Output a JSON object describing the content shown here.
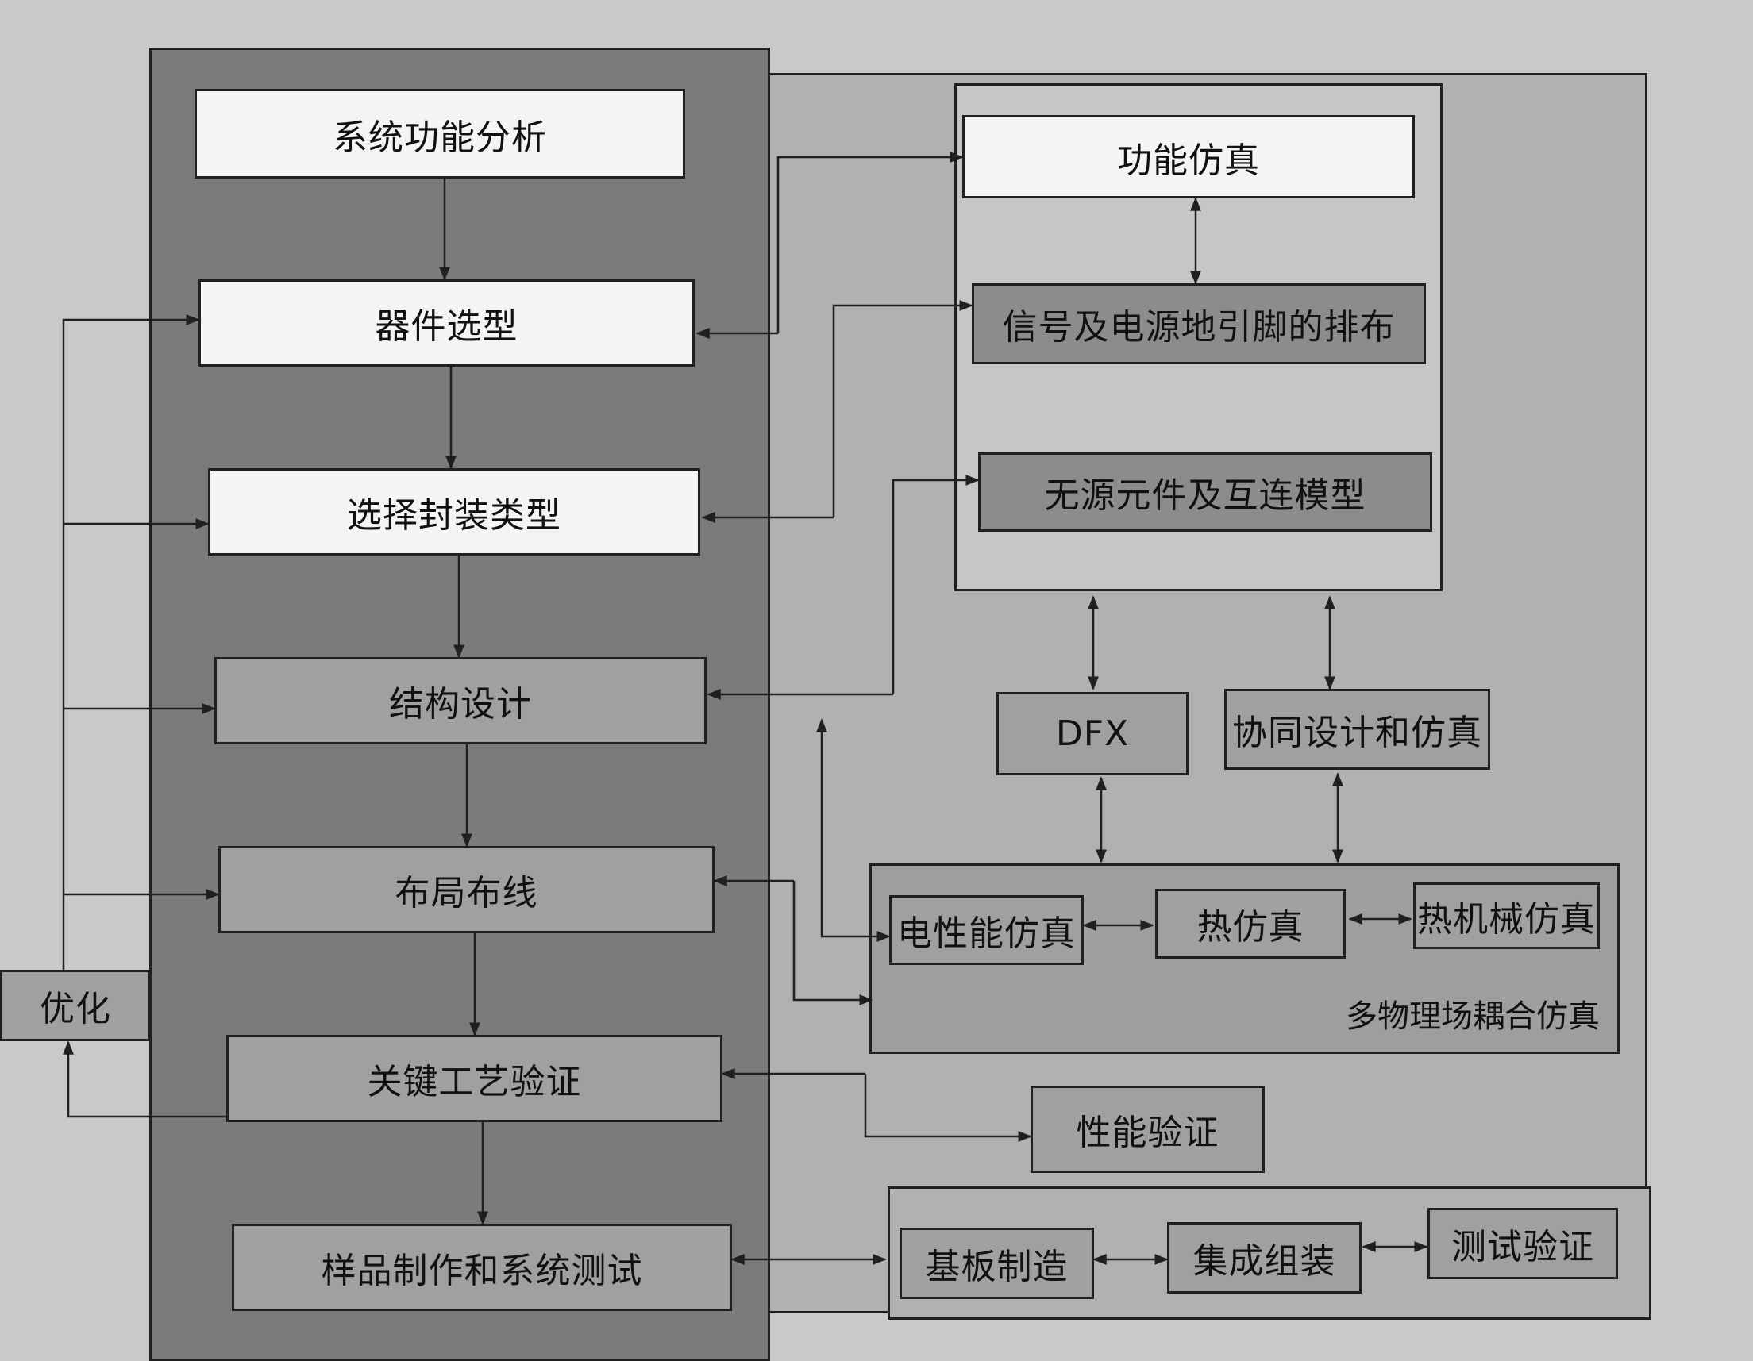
{
  "left_flow": {
    "system_function_analysis": "系统功能分析",
    "component_selection": "器件选型",
    "package_type_selection": "选择封装类型",
    "structure_design": "结构设计",
    "layout_routing": "布局布线",
    "key_process_verification": "关键工艺验证",
    "prototype_and_system_test": "样品制作和系统测试",
    "optimization": "优化"
  },
  "simulation_group": {
    "function_simulation": "功能仿真",
    "signal_power_pin_layout": "信号及电源地引脚的排布",
    "passive_interconnect_model": "无源元件及互连模型"
  },
  "middle": {
    "dfx": "DFX",
    "co_design_simulation": "协同设计和仿真"
  },
  "multiphysics_group": {
    "electrical_simulation": "电性能仿真",
    "thermal_simulation": "热仿真",
    "thermomechanical_simulation": "热机械仿真",
    "label": "多物理场耦合仿真"
  },
  "performance_verification": "性能验证",
  "manufacturing_group": {
    "substrate_manufacturing": "基板制造",
    "integration_assembly": "集成组装",
    "test_verification": "测试验证"
  }
}
